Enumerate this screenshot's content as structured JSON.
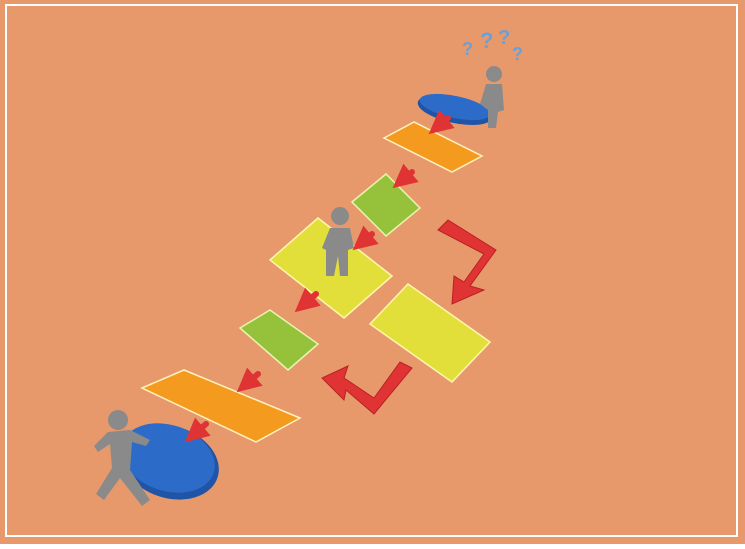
{
  "colors": {
    "background": "#e8996c",
    "frame": "#ffffff",
    "orange_block": "#f39a1f",
    "green_block": "#95c23a",
    "yellow_block": "#e2df3a",
    "blue_disc": "#2c6cc8",
    "arrow": "#e03333",
    "figure": "#8a8a8a",
    "question_mark": "#6aa0d8"
  },
  "diagram": {
    "description_icons": [
      "confused-person-icon",
      "question-mark-icon",
      "person-icon",
      "running-person-icon"
    ],
    "steps": [
      {
        "name": "start-disc",
        "kind": "disc"
      },
      {
        "name": "step-1",
        "kind": "orange"
      },
      {
        "name": "step-2",
        "kind": "green"
      },
      {
        "name": "step-3",
        "kind": "yellow"
      },
      {
        "name": "step-4",
        "kind": "yellow"
      },
      {
        "name": "step-5",
        "kind": "green"
      },
      {
        "name": "step-6",
        "kind": "orange"
      },
      {
        "name": "end-disc",
        "kind": "disc"
      }
    ]
  }
}
